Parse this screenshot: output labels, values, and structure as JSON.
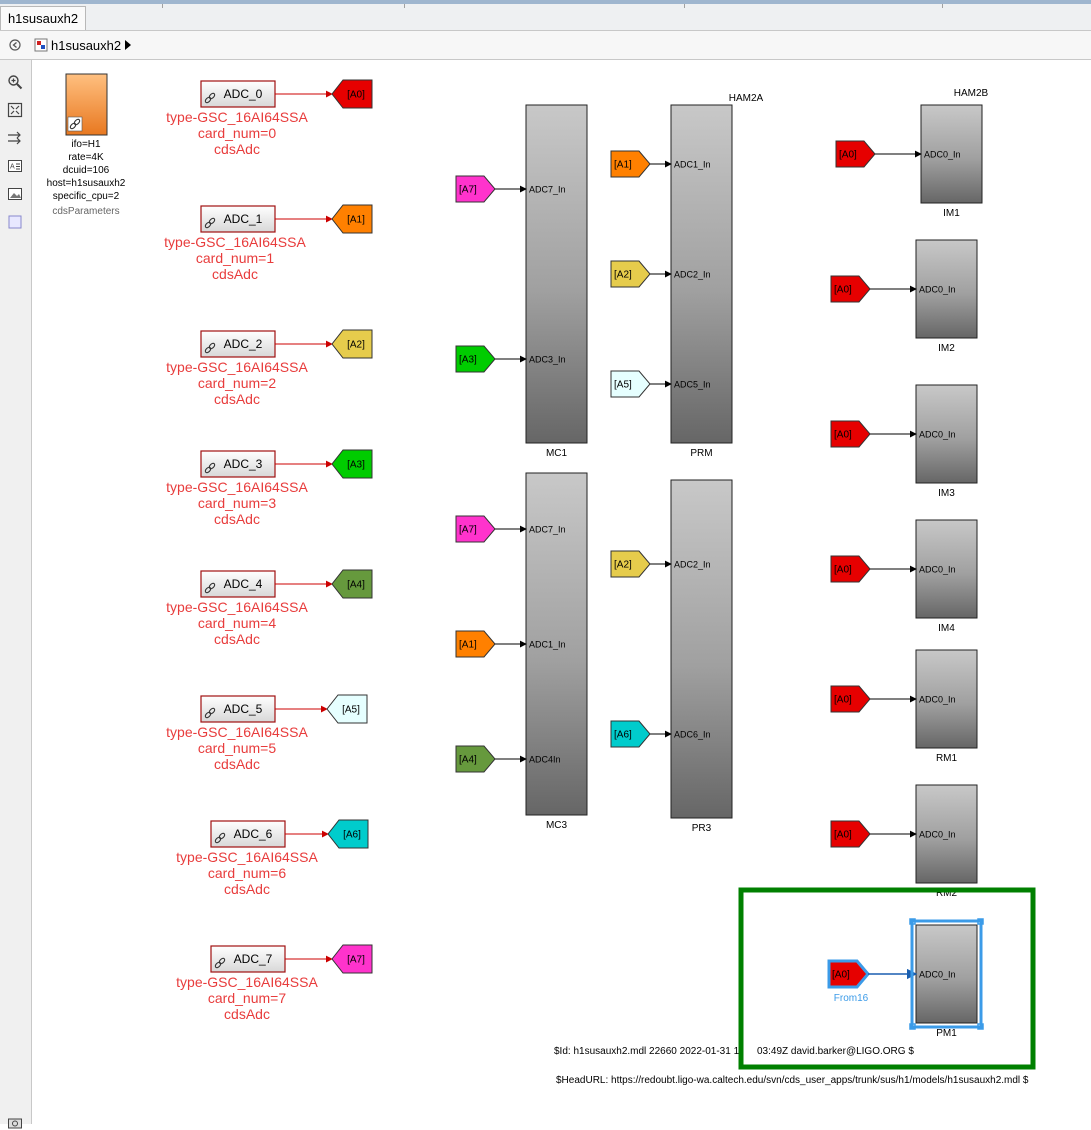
{
  "window": {
    "tab_label": "h1susauxh2",
    "breadcrumb": "h1susauxh2"
  },
  "toolbar": {
    "icons": [
      "back-icon",
      "zoom-icon",
      "fit-view-icon",
      "arrows-icon",
      "annotation-icon",
      "image-icon",
      "area-icon",
      "camera-icon"
    ]
  },
  "params_block": {
    "lines": [
      "ifo=H1",
      "rate=4K",
      "dcuid=106",
      "host=h1susauxh2",
      "specific_cpu=2"
    ],
    "name": "cdsParameters"
  },
  "adcs": [
    {
      "label": "ADC_0",
      "tag": "[A0]",
      "color": "#e60000",
      "desc": [
        "type-GSC_16AI64SSA",
        "card_num=0",
        "cdsAdc"
      ]
    },
    {
      "label": "ADC_1",
      "tag": "[A1]",
      "color": "#ff8000",
      "desc": [
        "type-GSC_16AI64SSA",
        "card_num=1",
        "cdsAdc"
      ]
    },
    {
      "label": "ADC_2",
      "tag": "[A2]",
      "color": "#e6cc4c",
      "desc": [
        "type-GSC_16AI64SSA",
        "card_num=2",
        "cdsAdc"
      ]
    },
    {
      "label": "ADC_3",
      "tag": "[A3]",
      "color": "#00cc00",
      "desc": [
        "type-GSC_16AI64SSA",
        "card_num=3",
        "cdsAdc"
      ]
    },
    {
      "label": "ADC_4",
      "tag": "[A4]",
      "color": "#66993d",
      "desc": [
        "type-GSC_16AI64SSA",
        "card_num=4",
        "cdsAdc"
      ]
    },
    {
      "label": "ADC_5",
      "tag": "[A5]",
      "color": "#e6ffff",
      "desc": [
        "type-GSC_16AI64SSA",
        "card_num=5",
        "cdsAdc"
      ]
    },
    {
      "label": "ADC_6",
      "tag": "[A6]",
      "color": "#00cccc",
      "desc": [
        "type-GSC_16AI64SSA",
        "card_num=6",
        "cdsAdc"
      ]
    },
    {
      "label": "ADC_7",
      "tag": "[A7]",
      "color": "#ff33cc",
      "desc": [
        "type-GSC_16AI64SSA",
        "card_num=7",
        "cdsAdc"
      ]
    }
  ],
  "blocks": [
    {
      "name": "MC1",
      "header": "",
      "inputs": [
        {
          "tag": "[A7]",
          "color": "#ff33cc",
          "port": "ADC7_In"
        },
        {
          "tag": "[A3]",
          "color": "#00cc00",
          "port": "ADC3_In"
        }
      ]
    },
    {
      "name": "MC3",
      "header": "",
      "inputs": [
        {
          "tag": "[A7]",
          "color": "#ff33cc",
          "port": "ADC7_In"
        },
        {
          "tag": "[A1]",
          "color": "#ff8000",
          "port": "ADC1_In"
        },
        {
          "tag": "[A4]",
          "color": "#66993d",
          "port": "ADC4In"
        }
      ]
    },
    {
      "name": "PRM",
      "header": "HAM2A",
      "inputs": [
        {
          "tag": "[A1]",
          "color": "#ff8000",
          "port": "ADC1_In"
        },
        {
          "tag": "[A2]",
          "color": "#e6cc4c",
          "port": "ADC2_In"
        },
        {
          "tag": "[A5]",
          "color": "#e6ffff",
          "port": "ADC5_In"
        }
      ]
    },
    {
      "name": "PR3",
      "header": "",
      "inputs": [
        {
          "tag": "[A2]",
          "color": "#e6cc4c",
          "port": "ADC2_In"
        },
        {
          "tag": "[A6]",
          "color": "#00cccc",
          "port": "ADC6_In"
        }
      ]
    },
    {
      "name": "IM1",
      "header": "HAM2B",
      "inputs": [
        {
          "tag": "[A0]",
          "color": "#e60000",
          "port": "ADC0_In"
        }
      ]
    },
    {
      "name": "IM2",
      "header": "",
      "inputs": [
        {
          "tag": "[A0]",
          "color": "#e60000",
          "port": "ADC0_In"
        }
      ]
    },
    {
      "name": "IM3",
      "header": "",
      "inputs": [
        {
          "tag": "[A0]",
          "color": "#e60000",
          "port": "ADC0_In"
        }
      ]
    },
    {
      "name": "IM4",
      "header": "",
      "inputs": [
        {
          "tag": "[A0]",
          "color": "#e60000",
          "port": "ADC0_In"
        }
      ]
    },
    {
      "name": "RM1",
      "header": "",
      "inputs": [
        {
          "tag": "[A0]",
          "color": "#e60000",
          "port": "ADC0_In"
        }
      ]
    },
    {
      "name": "RM2",
      "header": "",
      "inputs": [
        {
          "tag": "[A0]",
          "color": "#e60000",
          "port": "ADC0_In"
        }
      ]
    },
    {
      "name": "PM1",
      "header": "",
      "inputs": [
        {
          "tag": "[A0]",
          "color": "#e60000",
          "port": "ADC0_In"
        }
      ]
    }
  ],
  "selection": {
    "from_label": "From16",
    "highlight_color": "#008000",
    "select_color": "#3b9be8"
  },
  "footer": {
    "id_line": "$Id: h1susauxh2.mdl 22660 2022-01-31 1",
    "id_line_tail": "03:49Z david.barker@LIGO.ORG $",
    "url_line": "$HeadURL: https://redoubt.ligo-wa.caltech.edu/svn/cds_user_apps/trunk/sus/h1/models/h1susauxh2.mdl $"
  },
  "colors": {
    "adc_text": "#e83c3c",
    "wire": "#cc0000",
    "block_top": "#c8c8c8",
    "block_bottom": "#666666"
  }
}
